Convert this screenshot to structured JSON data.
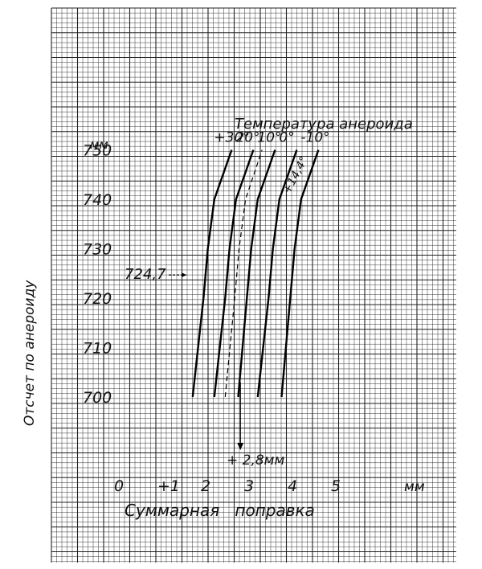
{
  "chart_data": {
    "type": "line",
    "title": "Температура анероида",
    "xlabel": "Суммарная   поправка",
    "ylabel": "Отсчет по анероиду",
    "y_unit": "мм",
    "x_unit": "мм",
    "xlim": [
      -0.1,
      5.4
    ],
    "ylim": [
      689,
      752
    ],
    "x_ticks": [
      {
        "value": 0,
        "label": "0"
      },
      {
        "value": 1,
        "label": "+1"
      },
      {
        "value": 2,
        "label": "2"
      },
      {
        "value": 3,
        "label": "3"
      },
      {
        "value": 4,
        "label": "4"
      },
      {
        "value": 5,
        "label": "5"
      }
    ],
    "y_ticks": [
      700,
      710,
      720,
      730,
      740,
      750
    ],
    "grid": true,
    "series": [
      {
        "name": "+30°",
        "points": [
          [
            1.7,
            700
          ],
          [
            1.95,
            720
          ],
          [
            2.05,
            730
          ],
          [
            2.2,
            740
          ],
          [
            2.6,
            750
          ]
        ]
      },
      {
        "name": "20°",
        "points": [
          [
            2.2,
            700
          ],
          [
            2.45,
            720
          ],
          [
            2.55,
            730
          ],
          [
            2.7,
            740
          ],
          [
            3.1,
            750
          ]
        ]
      },
      {
        "name": "10°",
        "points": [
          [
            2.75,
            700
          ],
          [
            2.95,
            720
          ],
          [
            3.05,
            730
          ],
          [
            3.2,
            740
          ],
          [
            3.6,
            750
          ]
        ]
      },
      {
        "name": "0°",
        "points": [
          [
            3.2,
            700
          ],
          [
            3.45,
            720
          ],
          [
            3.55,
            730
          ],
          [
            3.7,
            740
          ],
          [
            4.1,
            750
          ]
        ]
      },
      {
        "name": "-10°",
        "points": [
          [
            3.75,
            700
          ],
          [
            3.95,
            720
          ],
          [
            4.05,
            730
          ],
          [
            4.2,
            740
          ],
          [
            4.6,
            750
          ]
        ]
      }
    ],
    "annotations": {
      "reading_label": "724,7",
      "reading_value": 724.7,
      "temperature_label": "+14,4°",
      "temperature_value": 14.4,
      "result_label": "+ 2,8мм",
      "result_value": 2.8
    }
  }
}
